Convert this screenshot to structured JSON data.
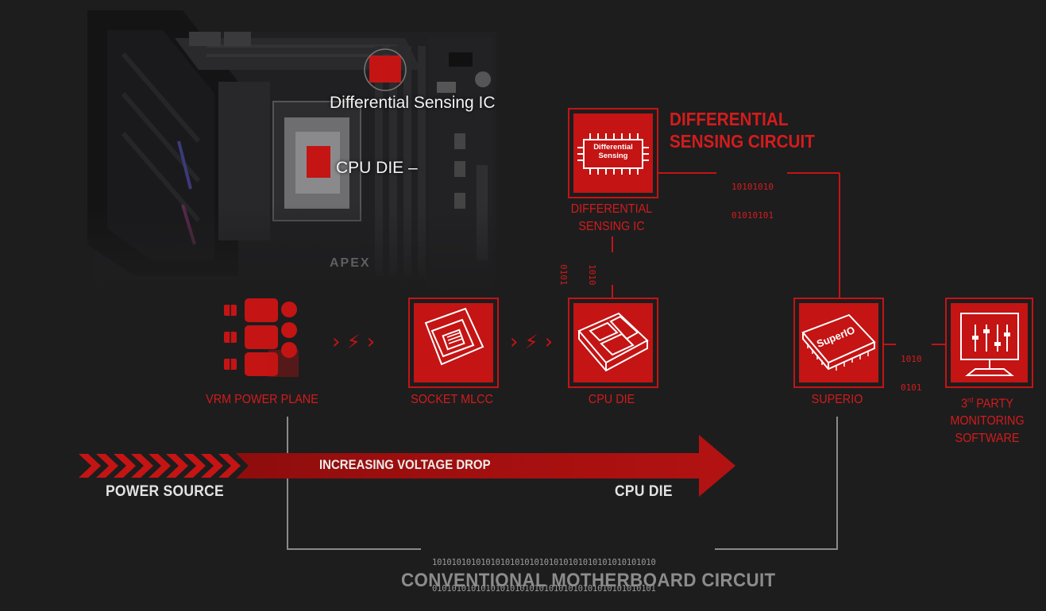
{
  "board": {
    "ic_label": "Differential Sensing IC",
    "cpu_label": "CPU DIE",
    "brand_text": "APEX"
  },
  "differential_circuit": {
    "title_line1": "DIFFERENTIAL",
    "title_line2": "SENSING CIRCUIT",
    "chip_text_line1": "Differential",
    "chip_text_line2": "Sensing",
    "ic_label_line1": "DIFFERENTIAL",
    "ic_label_line2": "SENSING IC",
    "binary_top_line1": "10101010",
    "binary_top_line2": "01010101",
    "binary_vertical_line1": "1010",
    "binary_vertical_line2": "0101"
  },
  "components": {
    "vrm": "VRM POWER PLANE",
    "socket": "SOCKET MLCC",
    "cpu_die": "CPU DIE",
    "superio": "SUPERIO",
    "superio_chip_text": "SuperIO",
    "software_line1_main": "3",
    "software_line1_sup": "rd",
    "software_line1_rest": " PARTY",
    "software_line2": "MONITORING",
    "software_line3": "SOFTWARE",
    "binary_superio_line1": "1010",
    "binary_superio_line2": "0101"
  },
  "voltage_arrow": {
    "arrow_text": "INCREASING VOLTAGE DROP",
    "start_label": "POWER SOURCE",
    "end_label": "CPU DIE"
  },
  "conventional": {
    "binary_line1": "1010101010101010101010101010101010101010101010",
    "binary_line2": "0101010101010101010101010101010101010101010101",
    "title": "CONVENTIONAL MOTHERBOARD CIRCUIT"
  },
  "colors": {
    "background": "#1d1d1e",
    "accent_red": "#c41414",
    "label_red": "#d41b1b",
    "circuit_grey": "#8c8c8c"
  }
}
